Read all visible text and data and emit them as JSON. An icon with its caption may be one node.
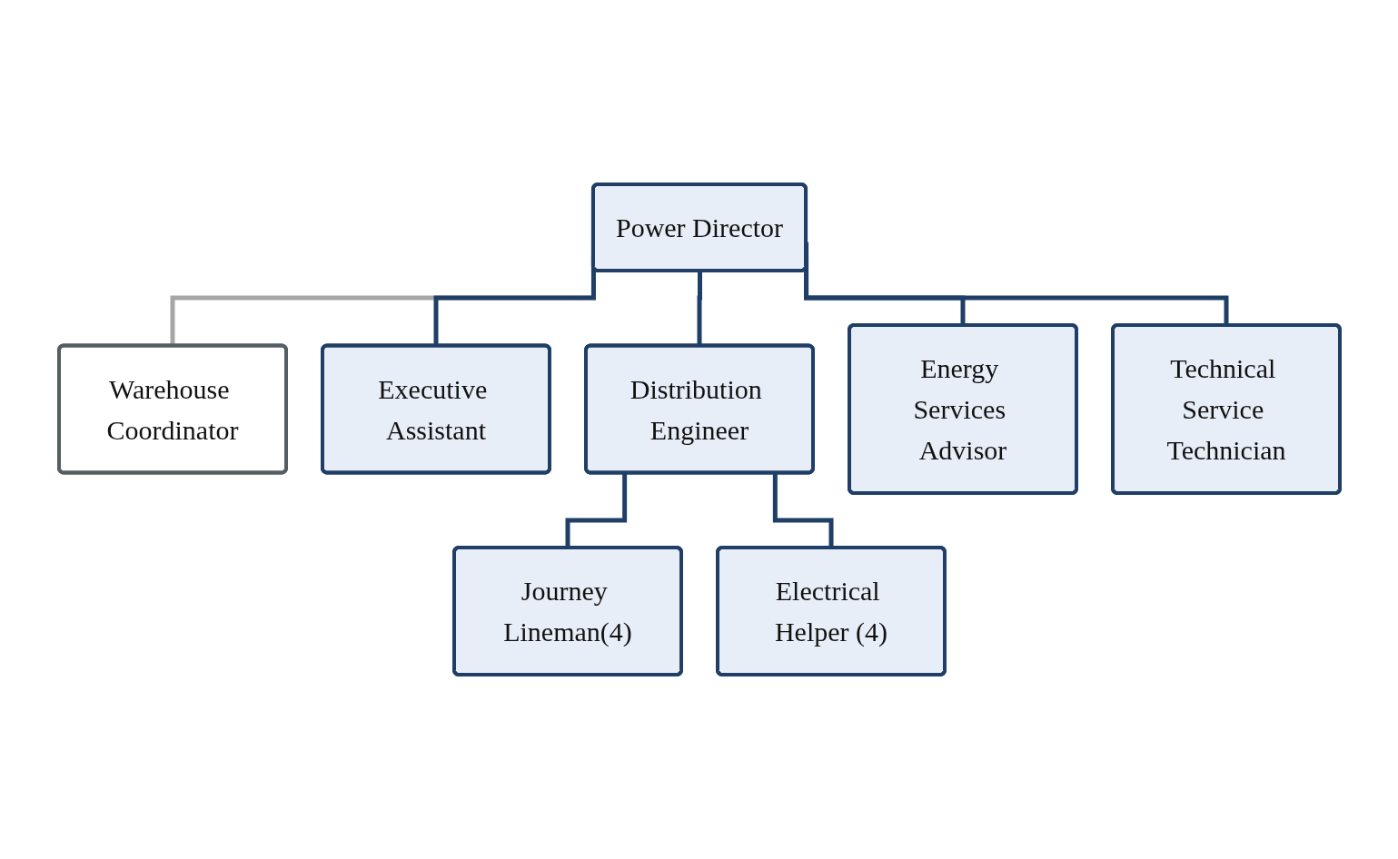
{
  "diagram": {
    "nodes": [
      {
        "text": [
          "Power Director"
        ]
      },
      {
        "text": [
          "Warehouse Coordinator"
        ]
      },
      {
        "text": [
          "Executive Assistant"
        ]
      },
      {
        "text": [
          "Distribution Engineer"
        ]
      },
      {
        "text": [
          "Energy Services Advisor"
        ]
      },
      {
        "text": [
          "Technical Service Technician"
        ]
      },
      {
        "text": [
          "Journey Lineman(4)"
        ]
      },
      {
        "text": [
          "Electrical Helper (4)"
        ]
      }
    ],
    "edges": [
      {
        "from": 0,
        "to": 1,
        "arrow": "none",
        "color": "#a6a6a6"
      },
      {
        "from": 0,
        "to": 2,
        "arrow": "none"
      },
      {
        "from": 0,
        "to": 3,
        "arrow": "none"
      },
      {
        "from": 0,
        "to": 4,
        "arrow": "none"
      },
      {
        "from": 0,
        "to": 5,
        "arrow": "none"
      },
      {
        "from": 3,
        "to": 6,
        "arrow": "none"
      },
      {
        "from": 3,
        "to": 7,
        "arrow": "none"
      }
    ]
  }
}
